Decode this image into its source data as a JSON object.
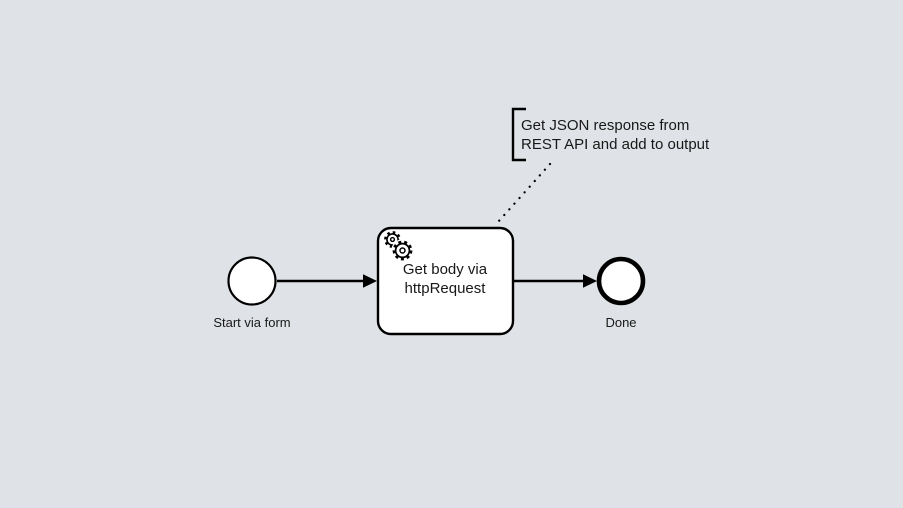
{
  "diagram": {
    "kind": "bpmn-process-diagram",
    "colors": {
      "background": "#dfe2e6",
      "shape_stroke": "#000000",
      "shape_fill": "#ffffff",
      "label_text": "#181818"
    },
    "start_event": {
      "type": "start-event",
      "label": "Start via form"
    },
    "service_task": {
      "type": "service-task",
      "icon": "service-gears-icon",
      "label_line1": "Get body via",
      "label_line2": "httpRequest"
    },
    "end_event": {
      "type": "end-event",
      "label": "Done"
    },
    "annotation": {
      "type": "text-annotation",
      "line1": "Get JSON response from",
      "line2": "REST API and add to output"
    }
  }
}
